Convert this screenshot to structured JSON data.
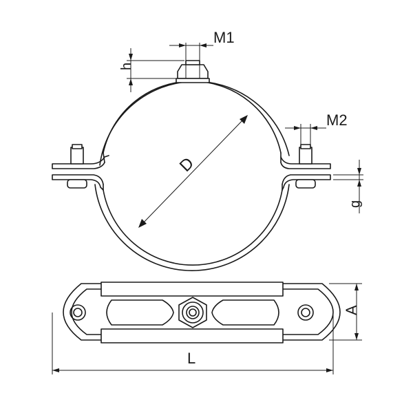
{
  "labels": {
    "m1": "M1",
    "m2": "M2",
    "h": "h",
    "d": "D",
    "g": "g",
    "a": "A",
    "l": "L"
  }
}
